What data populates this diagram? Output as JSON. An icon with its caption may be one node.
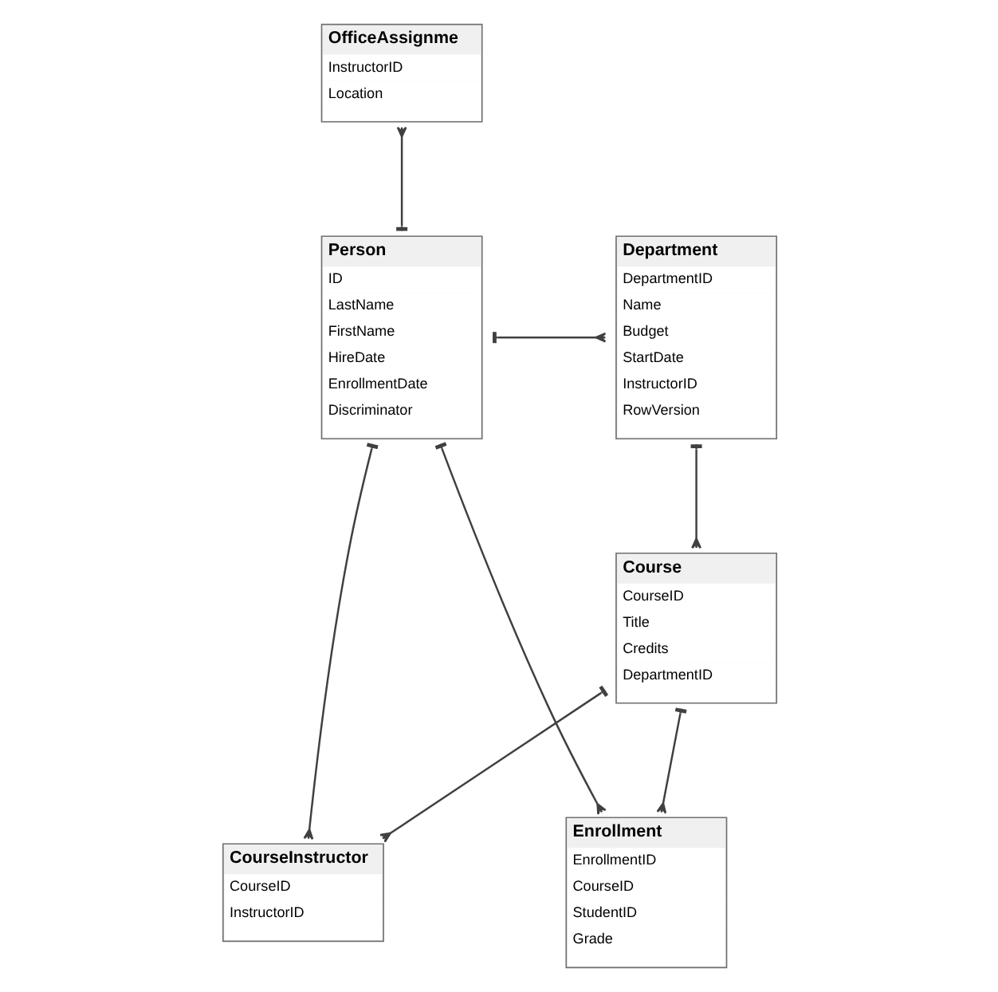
{
  "diagram": {
    "nodes": [
      {
        "text": [
          "OfficeAssignme",
          "InstructorID",
          "Location"
        ]
      },
      {
        "text": [
          "Person",
          "ID",
          "LastName",
          "FirstName",
          "HireDate",
          "EnrollmentDate",
          "Discriminator"
        ]
      },
      {
        "text": [
          "Department",
          "DepartmentID",
          "Name",
          "Budget",
          "StartDate",
          "InstructorID",
          "RowVersion"
        ]
      },
      {
        "text": [
          "CourseInstructor",
          "CourseID",
          "InstructorID"
        ]
      },
      {
        "text": [
          "Course",
          "CourseID",
          "Title",
          "Credits",
          "DepartmentID"
        ]
      },
      {
        "text": [
          "Enrollment",
          "EnrollmentID",
          "CourseID",
          "StudentID",
          "Grade"
        ]
      }
    ],
    "edges": [
      {
        "from": 1,
        "to": 0,
        "arrow": "other"
      },
      {
        "from": 1,
        "to": 5,
        "arrow": "other"
      },
      {
        "from": 1,
        "to": 2,
        "arrow": "other"
      },
      {
        "from": 1,
        "to": 3,
        "arrow": "other"
      },
      {
        "from": 2,
        "to": 4,
        "arrow": "other"
      },
      {
        "from": 4,
        "to": 3,
        "arrow": "other"
      },
      {
        "from": 4,
        "to": 5,
        "arrow": "other"
      }
    ]
  }
}
